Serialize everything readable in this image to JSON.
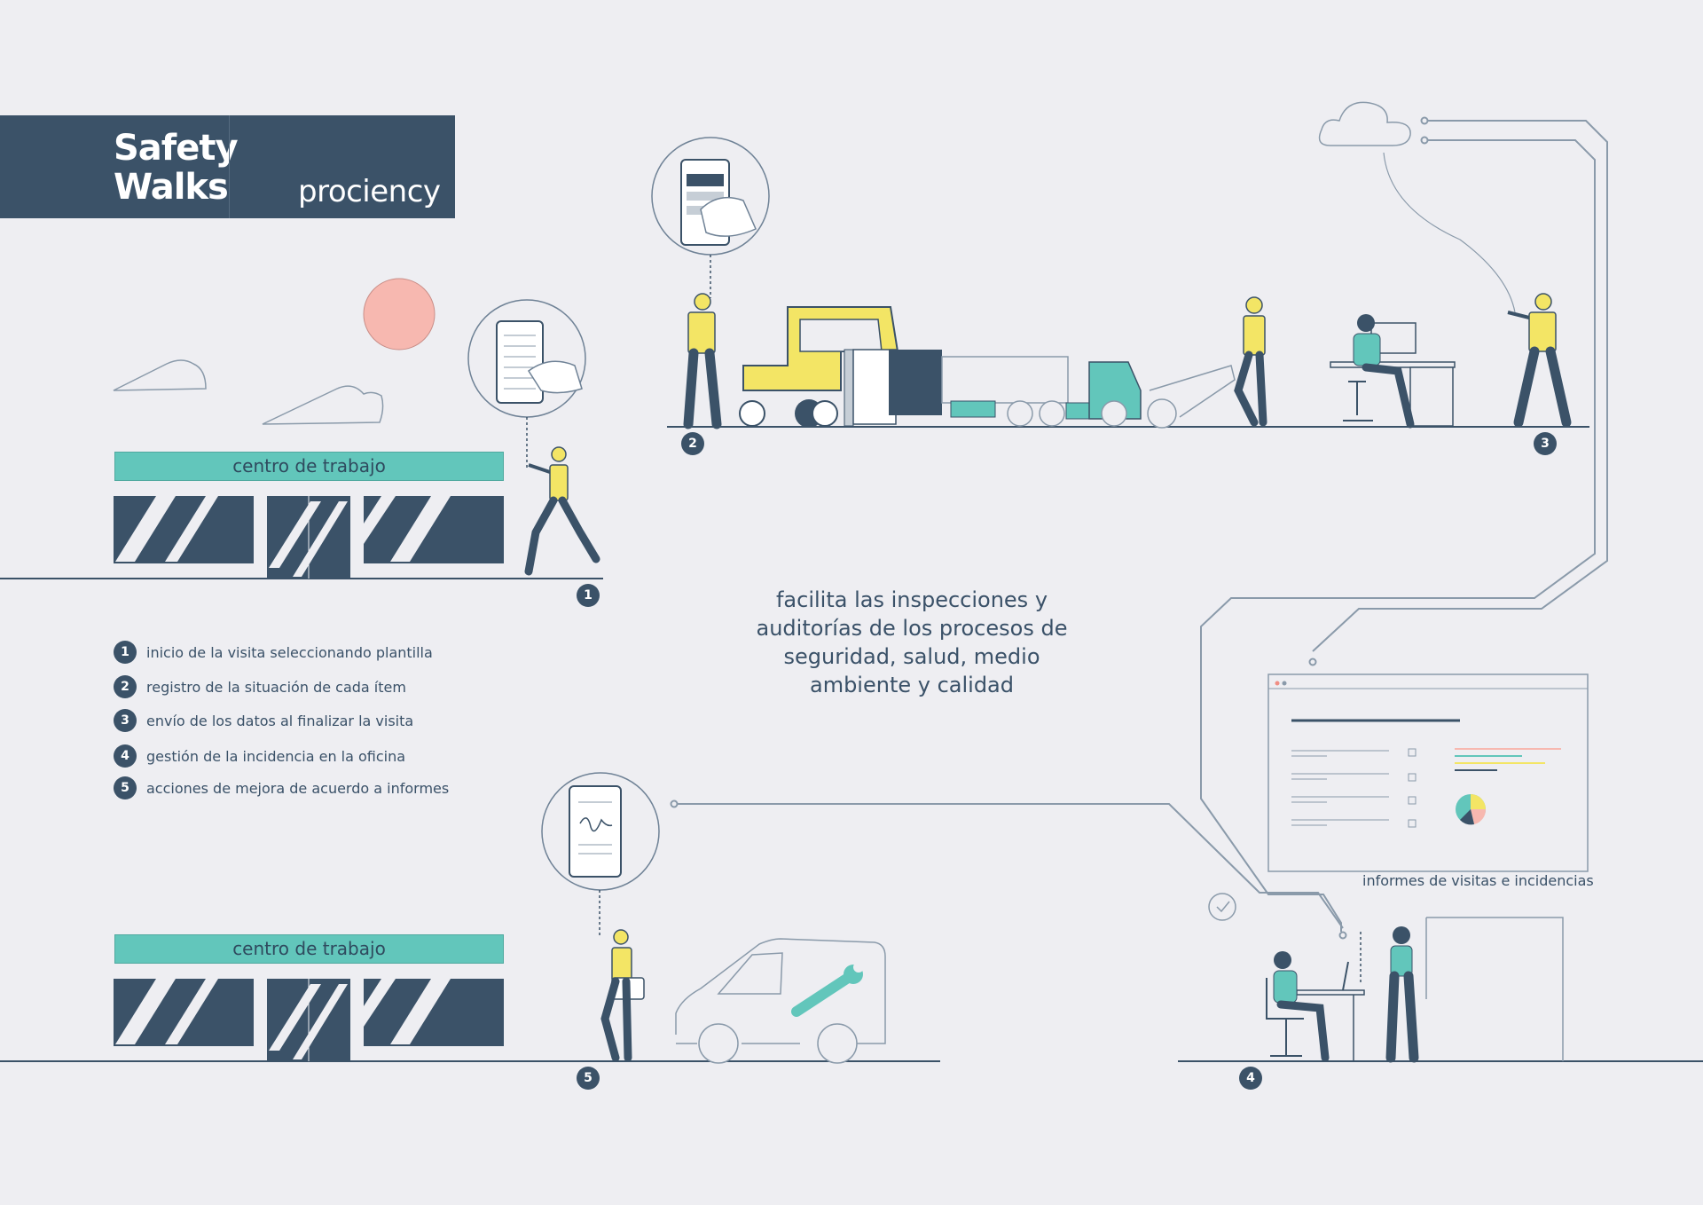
{
  "brand": {
    "title_line1": "Safety",
    "title_line2": "Walks",
    "logo": "prociency"
  },
  "workplace_label_top": "centro de trabajo",
  "workplace_label_bottom": "centro de trabajo",
  "legend": [
    {
      "number": "1",
      "text": "inicio de la visita seleccionando plantilla"
    },
    {
      "number": "2",
      "text": "registro de la situación de cada ítem"
    },
    {
      "number": "3",
      "text": "envío de los datos al finalizar la visita"
    },
    {
      "number": "4",
      "text": "gestión de la incidencia en la oficina"
    },
    {
      "number": "5",
      "text": "acciones de mejora de acuerdo a informes"
    }
  ],
  "steps": {
    "s1": "1",
    "s2": "2",
    "s3": "3",
    "s4": "4",
    "s5": "5"
  },
  "tagline": [
    "facilita las inspecciones y",
    "auditorías de los procesos de",
    "seguridad, salud, medio",
    "ambiente y calidad"
  ],
  "report_caption": "informes de visitas e incidencias",
  "colors": {
    "navy": "#3b5268",
    "teal": "#62c6bb",
    "yellow": "#f3e565",
    "salmon": "#f7b8b0",
    "line": "#8a9aaa",
    "background": "#eeeef2"
  }
}
